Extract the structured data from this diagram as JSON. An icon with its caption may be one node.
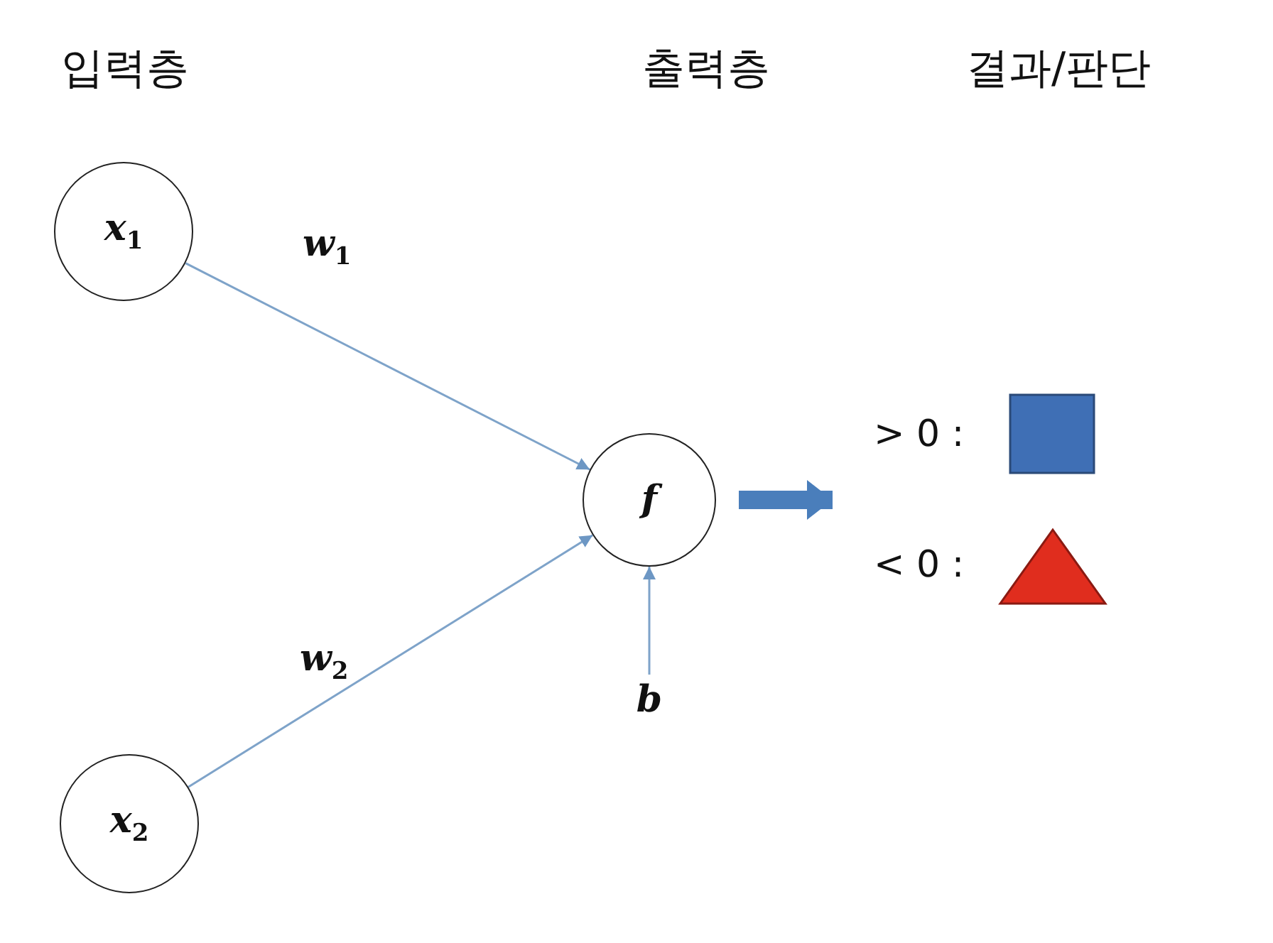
{
  "diagram": {
    "nodes": [
      {
        "text": [
          "x$_{1}$"
        ]
      },
      {
        "text": [
          "x$_{2}$"
        ]
      },
      {
        "text": [
          "f"
        ]
      },
      {
        "text": [
          "b"
        ]
      }
    ],
    "edges": [
      {
        "from": 0,
        "to": 2,
        "arrow": "to",
        "label": "w$_{1}$"
      },
      {
        "from": 1,
        "to": 2,
        "arrow": "to",
        "label": "w$_{2}$"
      },
      {
        "from": 3,
        "to": 2,
        "arrow": "to"
      },
      {
        "from": 2,
        "to": null,
        "arrow": "to",
        "style": "thick"
      }
    ],
    "labels": [
      "입력층",
      "출력층",
      "결과/판단",
      "> 0 :",
      "< 0 :"
    ]
  }
}
